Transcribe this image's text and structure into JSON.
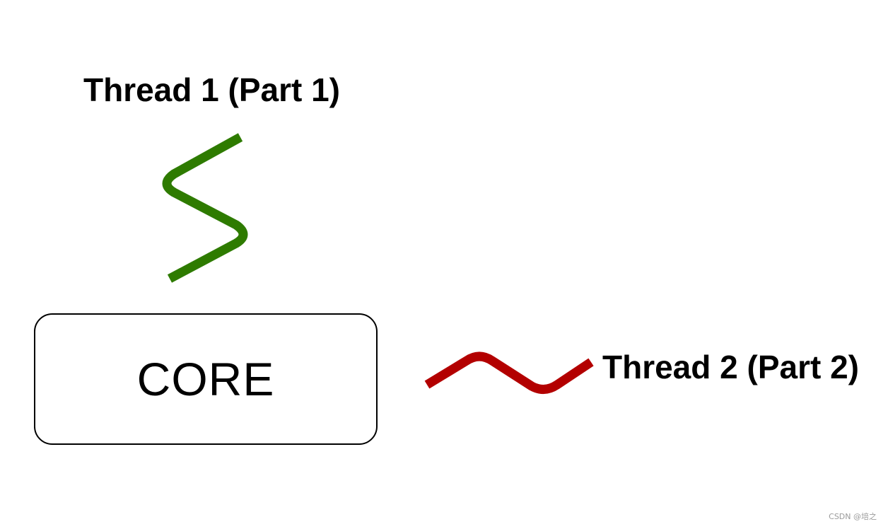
{
  "thread1": {
    "label": "Thread 1 (Part 1)",
    "color": "#2e7b00"
  },
  "thread2": {
    "label": "Thread 2 (Part 2)",
    "color": "#b30000"
  },
  "core": {
    "label": "CORE"
  },
  "watermark": {
    "text": "CSDN @培之"
  }
}
